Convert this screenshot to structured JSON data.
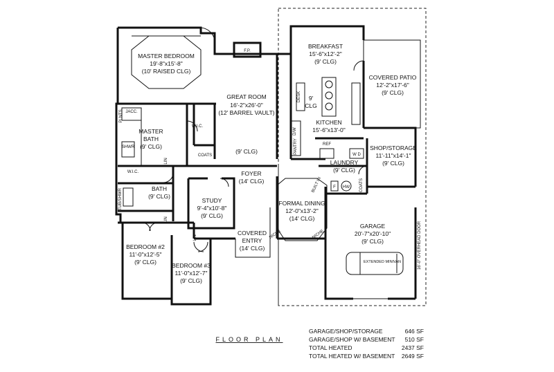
{
  "title": "FLOOR PLAN",
  "rooms": {
    "master_bedroom": {
      "name": "MASTER BEDROOM",
      "dims": "19'-8\"x15'-8\"",
      "clg": "(10' RAISED CLG)"
    },
    "great_room": {
      "name": "GREAT ROOM",
      "dims": "16'-2\"x26'-0\"",
      "clg": "(12' BARREL VAULT)",
      "clg2": "(9' CLG)"
    },
    "breakfast": {
      "name": "BREAKFAST",
      "dims": "15'-6\"x12'-2\"",
      "clg": "(9' CLG)"
    },
    "covered_patio": {
      "name": "COVERED PATIO",
      "dims": "12'-2\"x17'-6\"",
      "clg": "(9' CLG)"
    },
    "kitchen": {
      "name": "KITCHEN",
      "dims": "15'-6\"x13'-0\"",
      "clg_a": "9'",
      "clg_b": "CLG"
    },
    "master_bath": {
      "name_a": "MASTER",
      "name_b": "BATH",
      "clg": "(9' CLG)"
    },
    "shop_storage": {
      "name": "SHOP/STORAGE",
      "dims": "11'-11\"x14'-1\"",
      "clg": "(9' CLG)"
    },
    "laundry": {
      "name": "LAUNDRY",
      "clg": "(9' CLG)"
    },
    "foyer": {
      "name": "FOYER",
      "clg": "(14' CLG)"
    },
    "study": {
      "name": "STUDY",
      "dims": "9'-4\"x10'-8\"",
      "clg": "(9' CLG)"
    },
    "bath": {
      "name": "BATH",
      "clg": "(9' CLG)"
    },
    "formal_dining": {
      "name": "FORMAL DINING",
      "dims": "12'-0\"x13'-2\"",
      "clg": "(14' CLG)"
    },
    "garage": {
      "name": "GARAGE",
      "dims": "20'-7\"x20'-10\"",
      "clg": "(9' CLG)"
    },
    "covered_entry": {
      "name_a": "COVERED",
      "name_b": "ENTRY",
      "clg": "(14' CLG)"
    },
    "bedroom2": {
      "name": "BEDROOM #2",
      "dims": "11'-0\"x12'-5\"",
      "clg": "(9' CLG)"
    },
    "bedroom3": {
      "name": "BEDROOM #3",
      "dims": "11'-0\"x12'-7\"",
      "clg": "(9' CLG)"
    }
  },
  "fixtures": {
    "fp": "F.P.",
    "jacc": "JACC.",
    "plnts": "PLNTS",
    "shwr": "SHWR",
    "wic_master": "W.I.C.",
    "wic_bath": "W.I.C.",
    "lin1": "LIN",
    "lin2": "LIN",
    "lin3": "LIN",
    "coats": "COATS",
    "desk": "DESK",
    "dw": "D/W",
    "pantry": "PANTRY",
    "ref": "REF",
    "wd": "W D",
    "built_in": "BUILT IN",
    "f": "F",
    "hw": "HW",
    "coats2": "COATS",
    "tub": "TUB/SHWR",
    "niche1": "NICHE",
    "niche2": "NICHE",
    "minivan": "EXTENDED MINIVAN",
    "overhead_door": "16'-0\" OVERHEAD DOOR"
  },
  "area_table": [
    {
      "label": "GARAGE/SHOP/STORAGE",
      "value": "646 SF"
    },
    {
      "label": "GARAGE/SHOP W/ BASEMENT",
      "value": "510 SF"
    },
    {
      "label": "TOTAL HEATED",
      "value": "2437 SF"
    },
    {
      "label": "TOTAL HEATED W/ BASEMENT",
      "value": "2649 SF"
    }
  ]
}
